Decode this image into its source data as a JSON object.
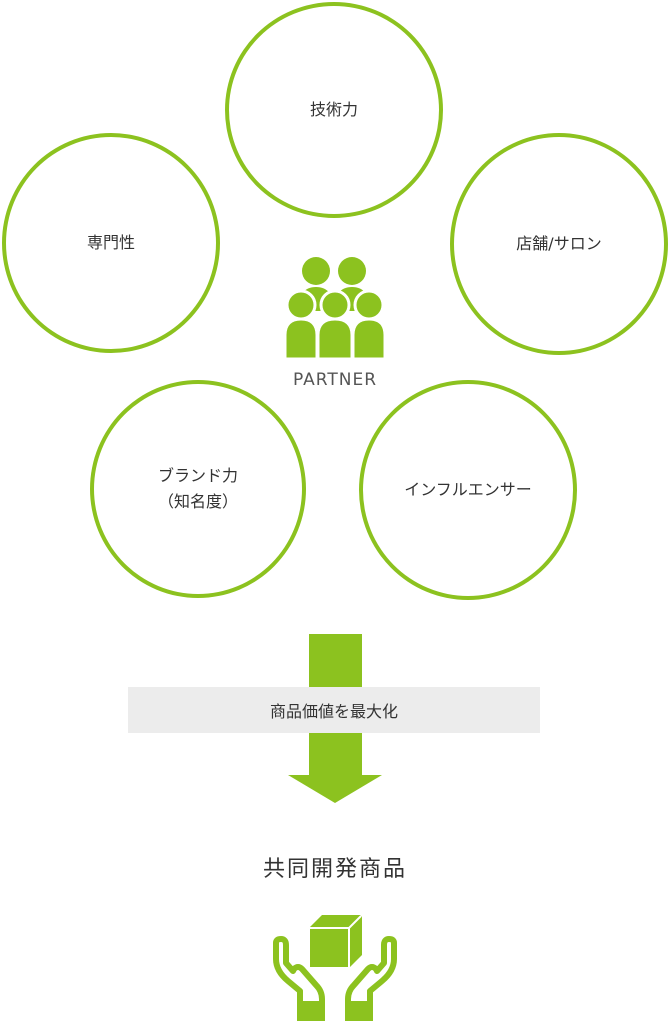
{
  "partners": {
    "tech": "技術力",
    "expertise": "専門性",
    "shop": "店舗/サロン",
    "brand_line1": "ブランド力",
    "brand_line2": "（知名度）",
    "influencer": "インフルエンサー"
  },
  "center": {
    "label": "PARTNER",
    "icon": "people-group-icon"
  },
  "flow": {
    "band_label": "商品価値を最大化",
    "arrow_icon": "down-arrow-icon"
  },
  "result": {
    "title": "共同開発商品",
    "icon": "hands-holding-box-icon"
  },
  "colors": {
    "accent": "#8cc21f",
    "band": "#ececec",
    "text": "#333333"
  }
}
